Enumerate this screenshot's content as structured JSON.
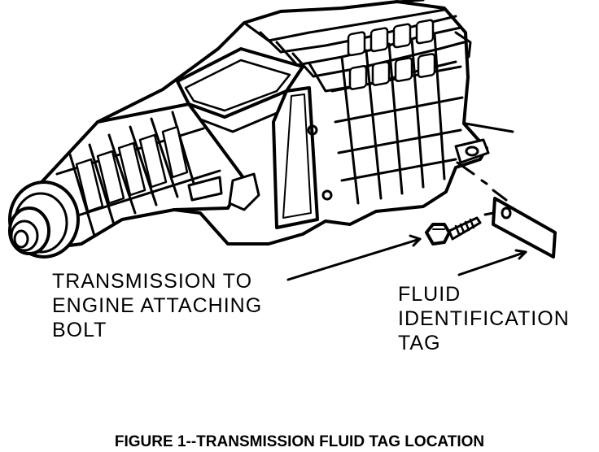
{
  "callouts": {
    "bolt": {
      "lines": [
        "TRANSMISSION TO",
        "ENGINE ATTACHING",
        "BOLT"
      ]
    },
    "tag": {
      "lines": [
        "FLUID",
        "IDENTIFICATION",
        "TAG"
      ]
    }
  },
  "caption": "FIGURE 1--TRANSMISSION FLUID TAG LOCATION",
  "colors": {
    "ink": "#000000",
    "paper": "#ffffff"
  }
}
